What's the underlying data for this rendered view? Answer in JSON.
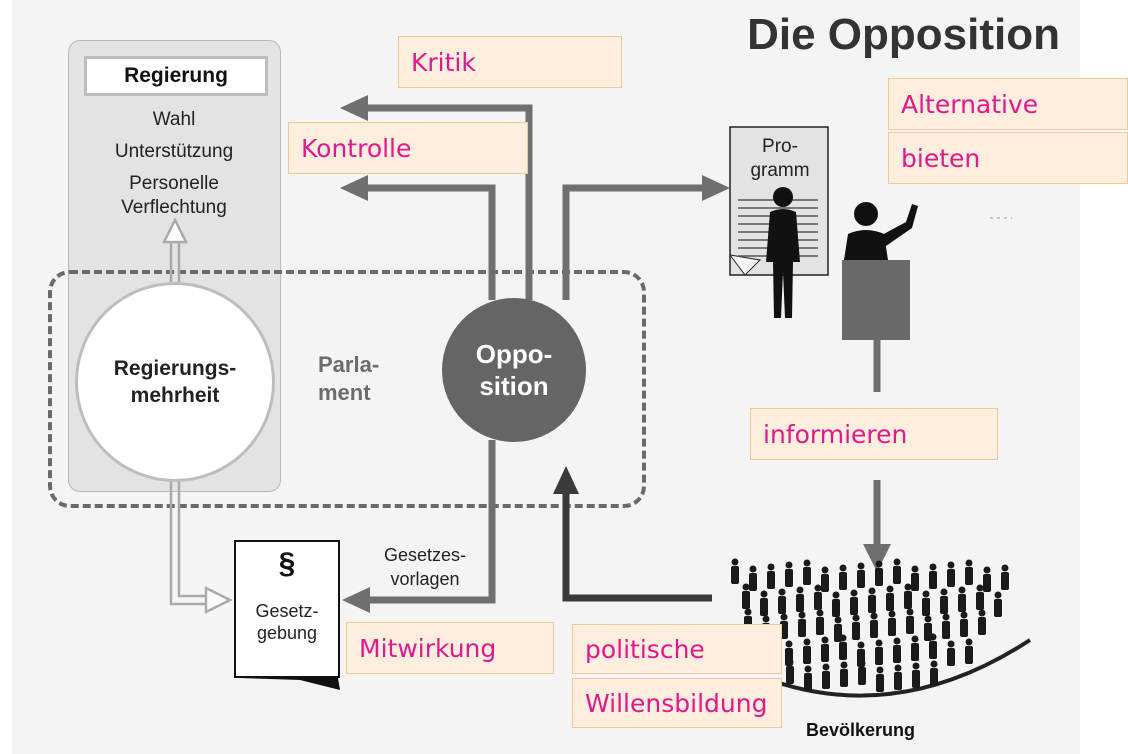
{
  "title": "Die Opposition",
  "regierung": {
    "label": "Regierung",
    "lines": [
      "Wahl",
      "Unterstützung",
      "Personelle",
      "Verflechtung"
    ]
  },
  "mehrheit": {
    "line1": "Regierungs-",
    "line2": "mehrheit"
  },
  "parlament": {
    "line1": "Parla-",
    "line2": "ment"
  },
  "opposition": {
    "line1": "Oppo-",
    "line2": "sition"
  },
  "programm": {
    "line1": "Pro-",
    "line2": "gramm"
  },
  "gesetzgebung": {
    "symbol": "§",
    "line1": "Gesetz-",
    "line2": "gebung"
  },
  "gesetzesvorlagen": {
    "line1": "Gesetzes-",
    "line2": "vorlagen"
  },
  "bevoelkerung": "Bevölkerung",
  "annotations": {
    "kritik": "Kritik",
    "kontrolle": "Kontrolle",
    "alternative": "Alternative",
    "bieten": "bieten",
    "informieren": "informieren",
    "mitwirkung": "Mitwirkung",
    "politische": "politische",
    "willensbildung": "Willensbildung"
  },
  "colors": {
    "arrow": "#6f6f6f",
    "annotation_text": "#e0198f",
    "annotation_bg": "#fdeedd",
    "annotation_border": "#f2c79b",
    "opposition_fill": "#656565"
  }
}
